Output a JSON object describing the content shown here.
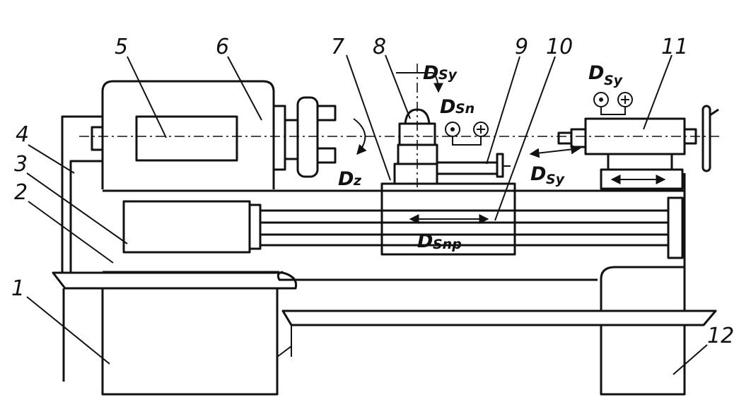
{
  "callouts": [
    {
      "id": "1",
      "text": "1"
    },
    {
      "id": "2",
      "text": "2"
    },
    {
      "id": "3",
      "text": "3"
    },
    {
      "id": "4",
      "text": "4"
    },
    {
      "id": "5",
      "text": "5"
    },
    {
      "id": "6",
      "text": "6"
    },
    {
      "id": "7",
      "text": "7"
    },
    {
      "id": "8",
      "text": "8"
    },
    {
      "id": "9",
      "text": "9"
    },
    {
      "id": "10",
      "text": "10"
    },
    {
      "id": "11",
      "text": "11"
    },
    {
      "id": "12",
      "text": "12"
    }
  ],
  "motions": {
    "dz": {
      "main": "D",
      "sub": "z"
    },
    "dsy_top": {
      "main": "D",
      "sub": "Sy"
    },
    "dsn": {
      "main": "D",
      "sub": "Sn"
    },
    "dsy_tail": {
      "main": "D",
      "sub": "Sy"
    },
    "dsy_carriage": {
      "main": "D",
      "sub": "Sy"
    },
    "dsnp": {
      "main": "D",
      "sub": "Snp"
    }
  }
}
